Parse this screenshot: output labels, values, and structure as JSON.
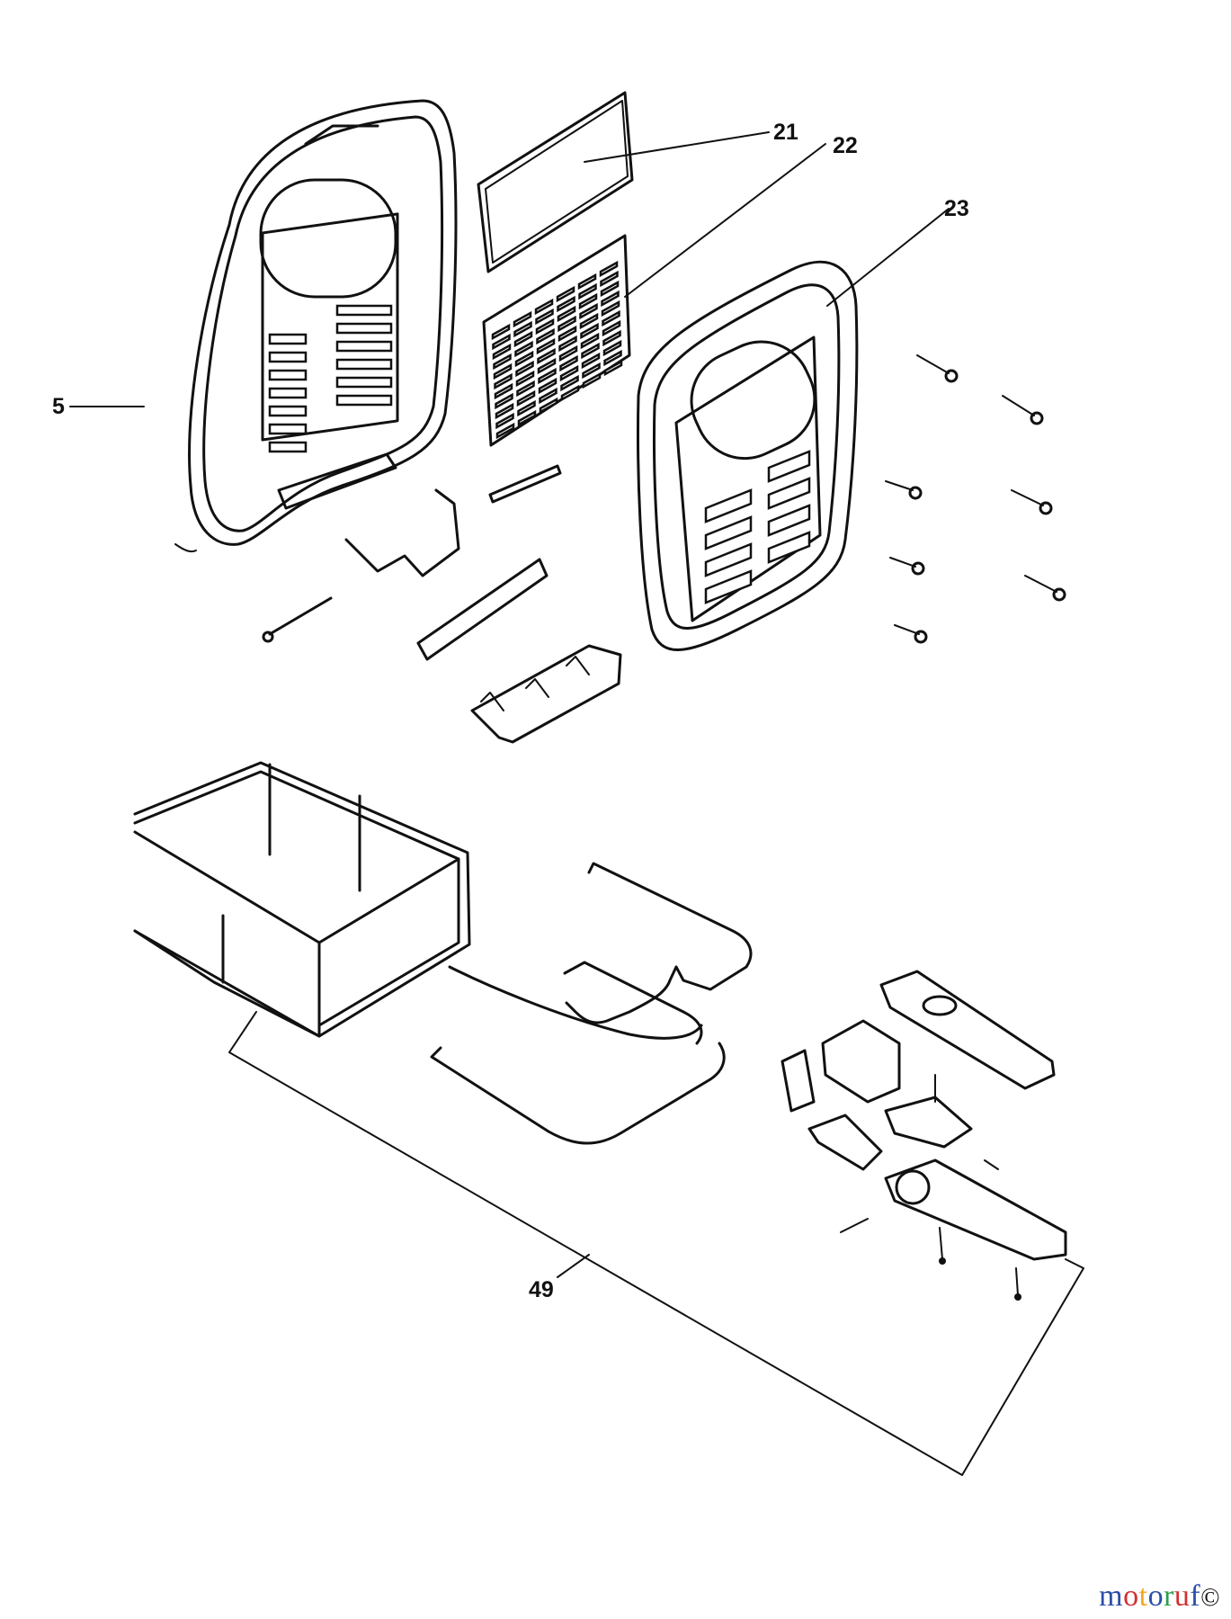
{
  "callouts": [
    {
      "id": "5",
      "label": "5"
    },
    {
      "id": "21",
      "label": "21"
    },
    {
      "id": "22",
      "label": "22"
    },
    {
      "id": "23",
      "label": "23"
    },
    {
      "id": "49",
      "label": "49"
    }
  ],
  "watermark": {
    "letters": [
      "m",
      "o",
      "t",
      "o",
      "r",
      "u",
      "f"
    ],
    "colors": [
      "#2b4fa8",
      "#d32f2f",
      "#f5a623",
      "#2b4fa8",
      "#2e9e4f",
      "#d32f2f",
      "#2b4fa8"
    ],
    "badge": "©"
  }
}
